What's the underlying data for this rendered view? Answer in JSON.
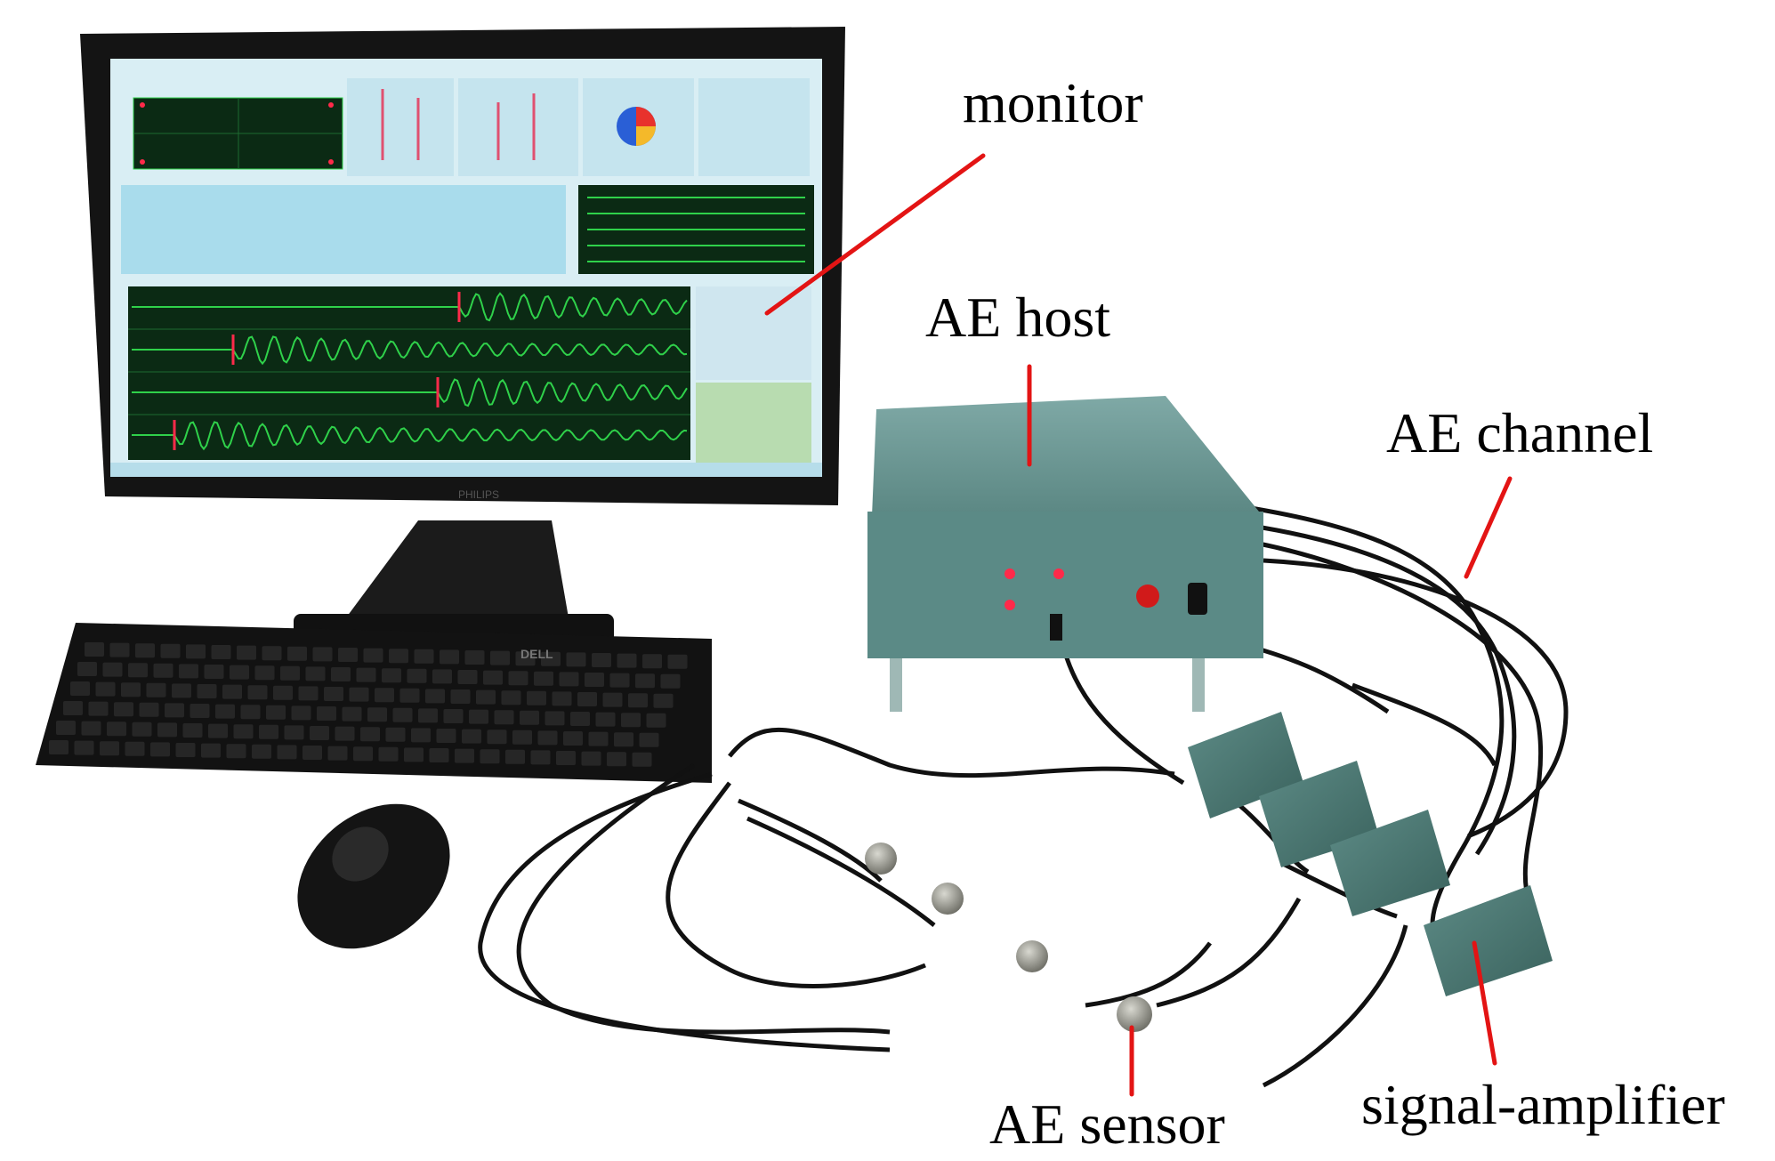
{
  "labels": {
    "monitor": "monitor",
    "ae_host": "AE host",
    "ae_channel": "AE channel",
    "ae_sensor": "AE sensor",
    "signal_amplifier": "signal-amplifier"
  },
  "devices": {
    "monitor_brand": "PHILIPS",
    "keyboard_brand": "DELL"
  },
  "colors": {
    "leader_line": "#e31414",
    "screen_dark": "#0b2a14",
    "waveform": "#2fd14a",
    "panel_light": "#a9dcec",
    "device_body": "#4e7f7a",
    "cable": "#111111",
    "led": "#ff2a4a"
  }
}
